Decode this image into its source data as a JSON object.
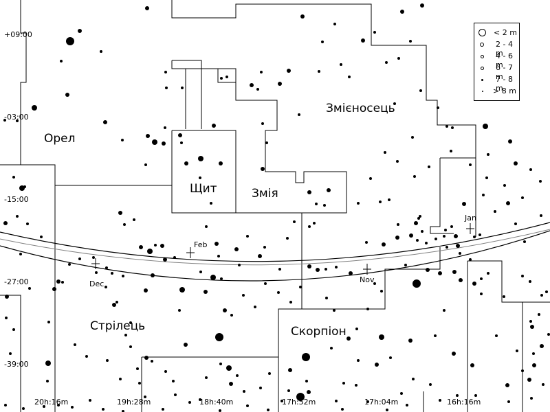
{
  "constellations": [
    {
      "name": "Орел"
    },
    {
      "name": "Змієносець"
    },
    {
      "name": "Щит"
    },
    {
      "name": "Змія"
    },
    {
      "name": "Стрілець"
    },
    {
      "name": "Скорпіон"
    }
  ],
  "dec_labels": [
    "+09:00",
    "-03:00",
    "-15:00",
    "-27:00",
    "-39:00"
  ],
  "ra_labels": [
    "20h:16m",
    "19h:28m",
    "18h:40m",
    "17h:52m",
    "17h:04m",
    "16h:16m"
  ],
  "months": [
    "Feb",
    "Dec",
    "Nov",
    "Jan"
  ],
  "legend": {
    "items": [
      {
        "label": "< 2 m",
        "size": "large"
      },
      {
        "label": "2 - 4 m",
        "size": "bright"
      },
      {
        "label": "4 - 6 m",
        "size": "medium"
      },
      {
        "label": "6 - 7 m",
        "size": "small"
      },
      {
        "label": "7 - 8 m",
        "size": "faint"
      },
      {
        "label": "> 8 m",
        "size": "tiny"
      }
    ]
  },
  "colors": {
    "ink": "#000000",
    "ecliptic": "#808080",
    "background": "#ffffff"
  }
}
